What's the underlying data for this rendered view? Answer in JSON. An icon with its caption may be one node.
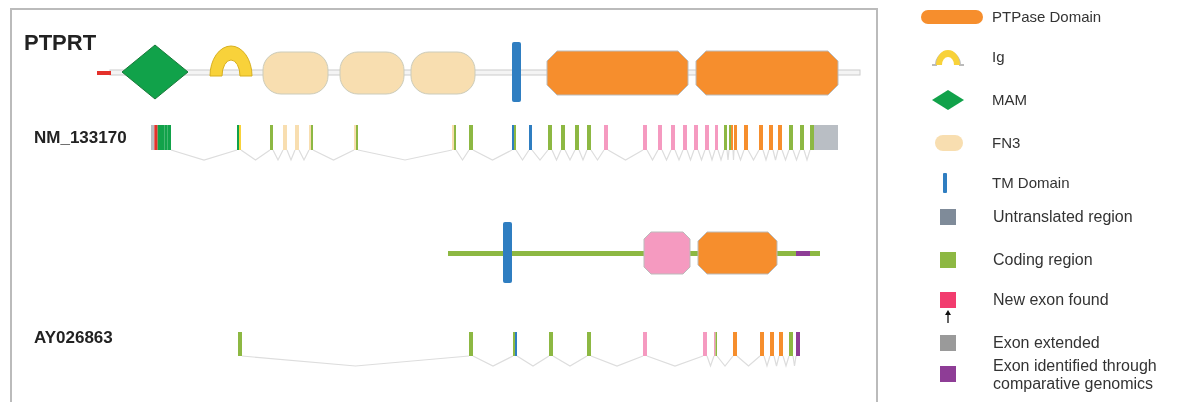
{
  "diagram": {
    "labels": [
      "PTPRT",
      "NM_133170",
      "AY026863"
    ],
    "legend": [
      {
        "text": "PTPase Domain"
      },
      {
        "text": "Ig"
      },
      {
        "text": "MAM"
      },
      {
        "text": "FN3"
      },
      {
        "text": "TM Domain"
      },
      {
        "text": "Untranslated region",
        "color": "#7f8b99"
      },
      {
        "text": "Coding region",
        "color": "#8db843"
      },
      {
        "text": "New exon found",
        "color": "#f23c6e"
      },
      {
        "text": "Exon extended",
        "color": "#9a9a9a"
      },
      {
        "text": "Exon identified through comparative genomics",
        "color": "#8e3d96"
      }
    ]
  }
}
